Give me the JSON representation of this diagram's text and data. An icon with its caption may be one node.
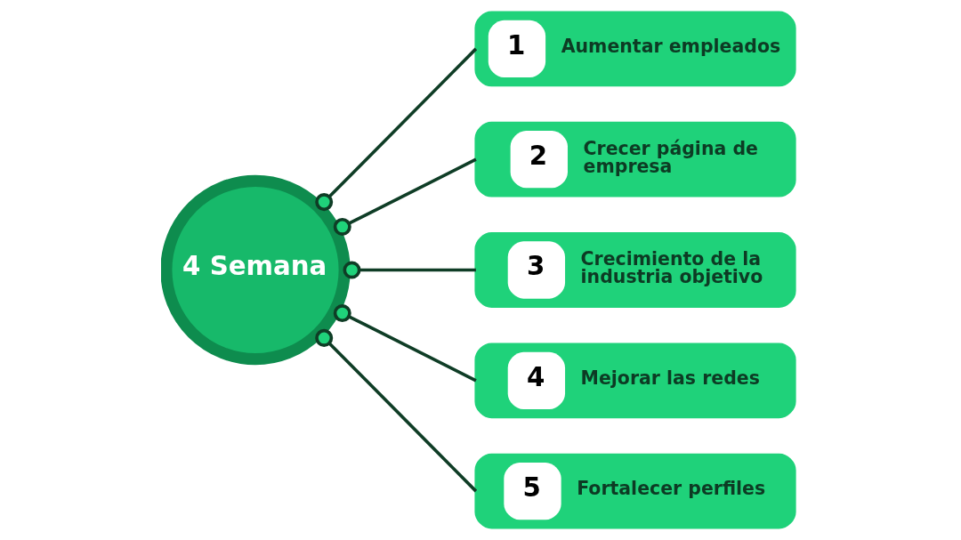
{
  "diagram": {
    "nodes": [
      {
        "text": [
          "4 Semana"
        ]
      },
      {
        "text": [
          "1",
          "Aumentar empleados"
        ]
      },
      {
        "text": [
          "2",
          "Crecer página de empresa"
        ]
      },
      {
        "text": [
          "3",
          "Crecimiento de la industria objetivo"
        ]
      },
      {
        "text": [
          "4",
          "Mejorar las redes"
        ]
      },
      {
        "text": [
          "5",
          "Fortalecer perfiles"
        ]
      }
    ],
    "edges": [
      {
        "from": 0,
        "to": 1,
        "arrow": "other"
      },
      {
        "from": 0,
        "to": 2,
        "arrow": "other"
      },
      {
        "from": 0,
        "to": 3,
        "arrow": "other"
      },
      {
        "from": 0,
        "to": 4,
        "arrow": "other"
      },
      {
        "from": 0,
        "to": 5,
        "arrow": "other"
      }
    ]
  }
}
